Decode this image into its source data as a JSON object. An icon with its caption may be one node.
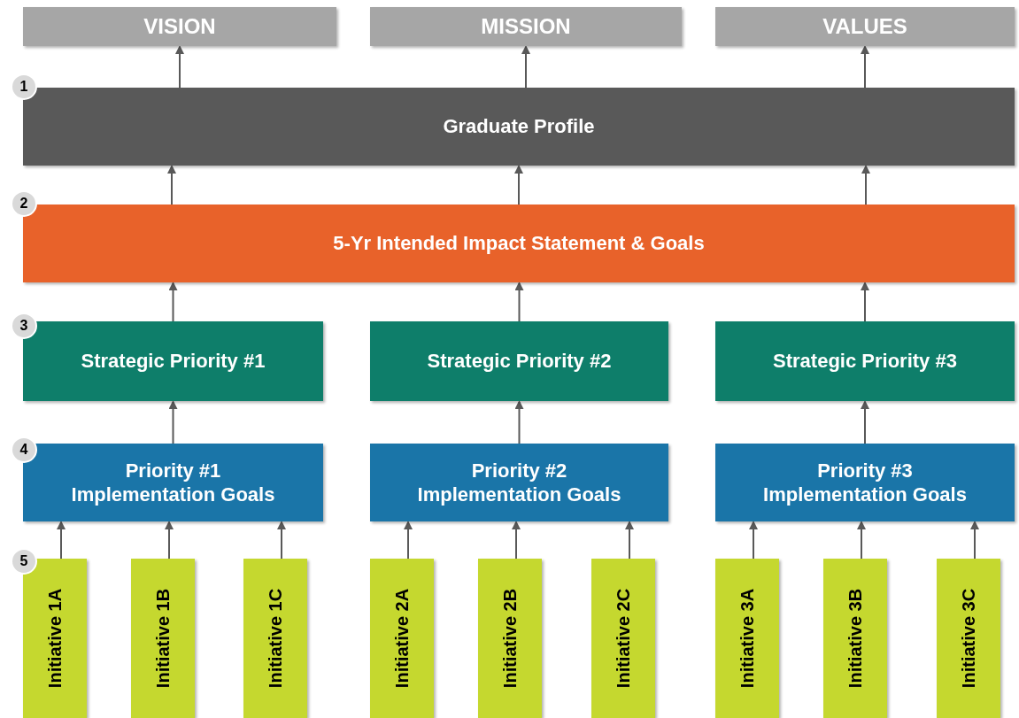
{
  "diagram": {
    "nodes": [
      {
        "text": [
          "VISION"
        ]
      },
      {
        "text": [
          "MISSION"
        ]
      },
      {
        "text": [
          "VALUES"
        ]
      },
      {
        "text": [
          "Graduate Profile"
        ]
      },
      {
        "text": [
          "5-Yr Intended Impact Statement & Goals"
        ]
      },
      {
        "text": [
          "Strategic Priority #1"
        ]
      },
      {
        "text": [
          "Strategic Priority #2"
        ]
      },
      {
        "text": [
          "Strategic Priority #3"
        ]
      },
      {
        "text": [
          "Priority #1 Implementation Goals"
        ]
      },
      {
        "text": [
          "Priority #2 Implementation Goals"
        ]
      },
      {
        "text": [
          "Priority #3 Implementation Goals"
        ]
      },
      {
        "text": [
          "Initiative 1A"
        ]
      },
      {
        "text": [
          "Initiative 1B"
        ]
      },
      {
        "text": [
          "Initiative 1C"
        ]
      },
      {
        "text": [
          "Initiative 2A"
        ]
      },
      {
        "text": [
          "Initiative 2B"
        ]
      },
      {
        "text": [
          "Initiative 2C"
        ]
      },
      {
        "text": [
          "Initiative 3A"
        ]
      },
      {
        "text": [
          "Initiative 3B"
        ]
      },
      {
        "text": [
          "Initiative 3C"
        ]
      }
    ],
    "edges": [
      {
        "from": 3,
        "to": 0,
        "arrow": "to"
      },
      {
        "from": 3,
        "to": 1,
        "arrow": "to"
      },
      {
        "from": 3,
        "to": 2,
        "arrow": "to"
      },
      {
        "from": 4,
        "to": 3,
        "arrow": "to"
      },
      {
        "from": 4,
        "to": 3,
        "arrow": "to"
      },
      {
        "from": 4,
        "to": 3,
        "arrow": "to"
      },
      {
        "from": 5,
        "to": 4,
        "arrow": "to"
      },
      {
        "from": 6,
        "to": 4,
        "arrow": "to"
      },
      {
        "from": 7,
        "to": 4,
        "arrow": "to"
      },
      {
        "from": 8,
        "to": 5,
        "arrow": "to"
      },
      {
        "from": 9,
        "to": 6,
        "arrow": "to"
      },
      {
        "from": 10,
        "to": 7,
        "arrow": "to"
      },
      {
        "from": 11,
        "to": 8,
        "arrow": "to"
      },
      {
        "from": 12,
        "to": 8,
        "arrow": "to"
      },
      {
        "from": 13,
        "to": 8,
        "arrow": "to"
      },
      {
        "from": 14,
        "to": 9,
        "arrow": "to"
      },
      {
        "from": 15,
        "to": 9,
        "arrow": "to"
      },
      {
        "from": 16,
        "to": 9,
        "arrow": "to"
      },
      {
        "from": 17,
        "to": 10,
        "arrow": "to"
      },
      {
        "from": 18,
        "to": 10,
        "arrow": "to"
      },
      {
        "from": 19,
        "to": 10,
        "arrow": "to"
      }
    ],
    "labels": [
      "1",
      "2",
      "3",
      "4",
      "5"
    ]
  }
}
